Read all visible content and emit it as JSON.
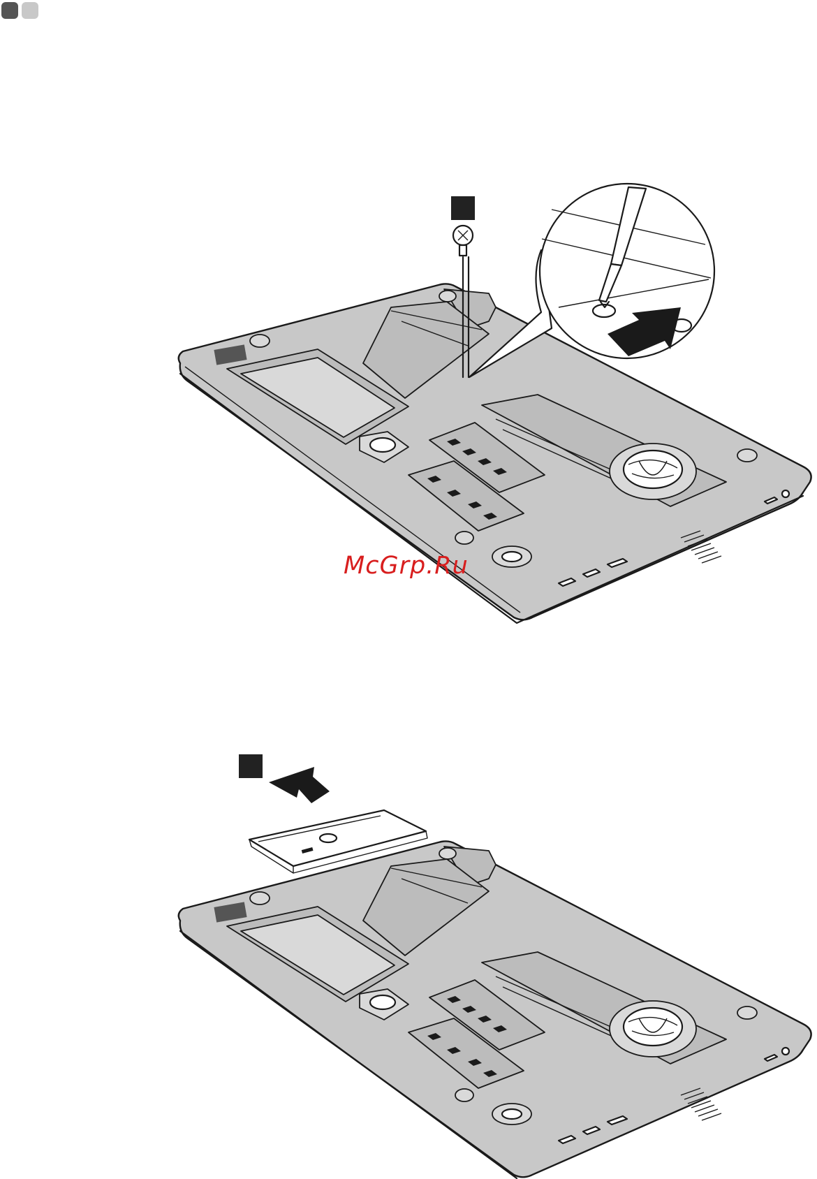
{
  "page_nav": {
    "tabs": [
      {
        "icon": "page-tab-dark",
        "color": "#555555"
      },
      {
        "icon": "page-tab-light",
        "color": "#c8c8c8"
      }
    ]
  },
  "figures": [
    {
      "step_marker_icon": "step-square-icon",
      "depicts": [
        "laptop-bottom-icon",
        "screw-icon",
        "screwdriver-icon",
        "magnifier-callout-icon",
        "push-arrow-icon"
      ]
    },
    {
      "step_marker_icon": "step-square-icon",
      "depicts": [
        "laptop-bottom-icon",
        "optical-drive-icon",
        "pull-arrow-icon"
      ]
    }
  ],
  "watermark": {
    "text": "McGrp.Ru",
    "color": "#d81e1e"
  }
}
